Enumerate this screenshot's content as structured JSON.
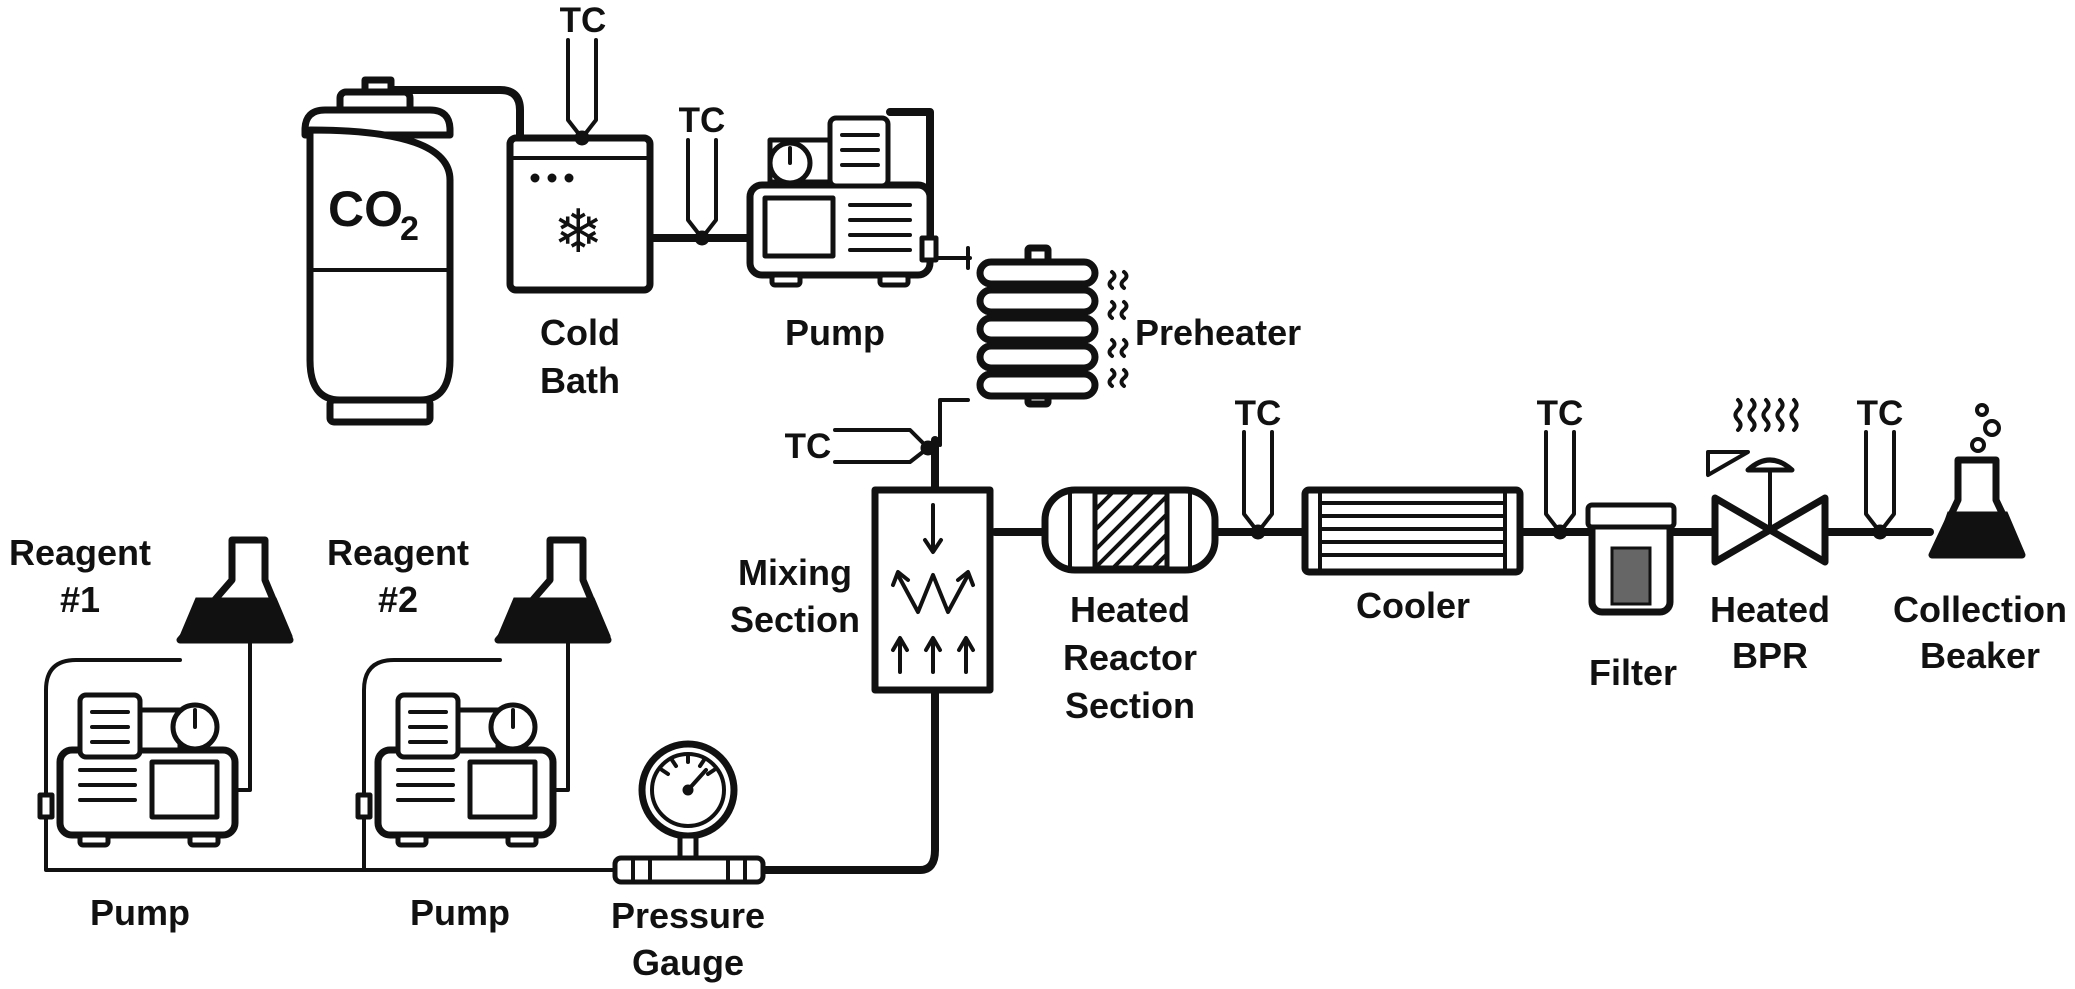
{
  "diagram": {
    "co2_label": "CO",
    "co2_subscript": "2",
    "cold_bath_label_line1": "Cold",
    "cold_bath_label_line2": "Bath",
    "co2_pump_label": "Pump",
    "preheater_label": "Preheater",
    "mixing_label_line1": "Mixing",
    "mixing_label_line2": "Section",
    "reactor_label_line1": "Heated",
    "reactor_label_line2": "Reactor",
    "reactor_label_line3": "Section",
    "cooler_label": "Cooler",
    "filter_label": "Filter",
    "bpr_label_line1": "Heated",
    "bpr_label_line2": "BPR",
    "beaker_label_line1": "Collection",
    "beaker_label_line2": "Beaker",
    "reagent1_label_line1": "Reagent",
    "reagent1_label_line2": "#1",
    "reagent2_label_line1": "Reagent",
    "reagent2_label_line2": "#2",
    "pump1_label": "Pump",
    "pump2_label": "Pump",
    "gauge_label_line1": "Pressure",
    "gauge_label_line2": "Gauge",
    "tc_label": "TC"
  },
  "colors": {
    "line": "#111111",
    "background": "#ffffff"
  }
}
